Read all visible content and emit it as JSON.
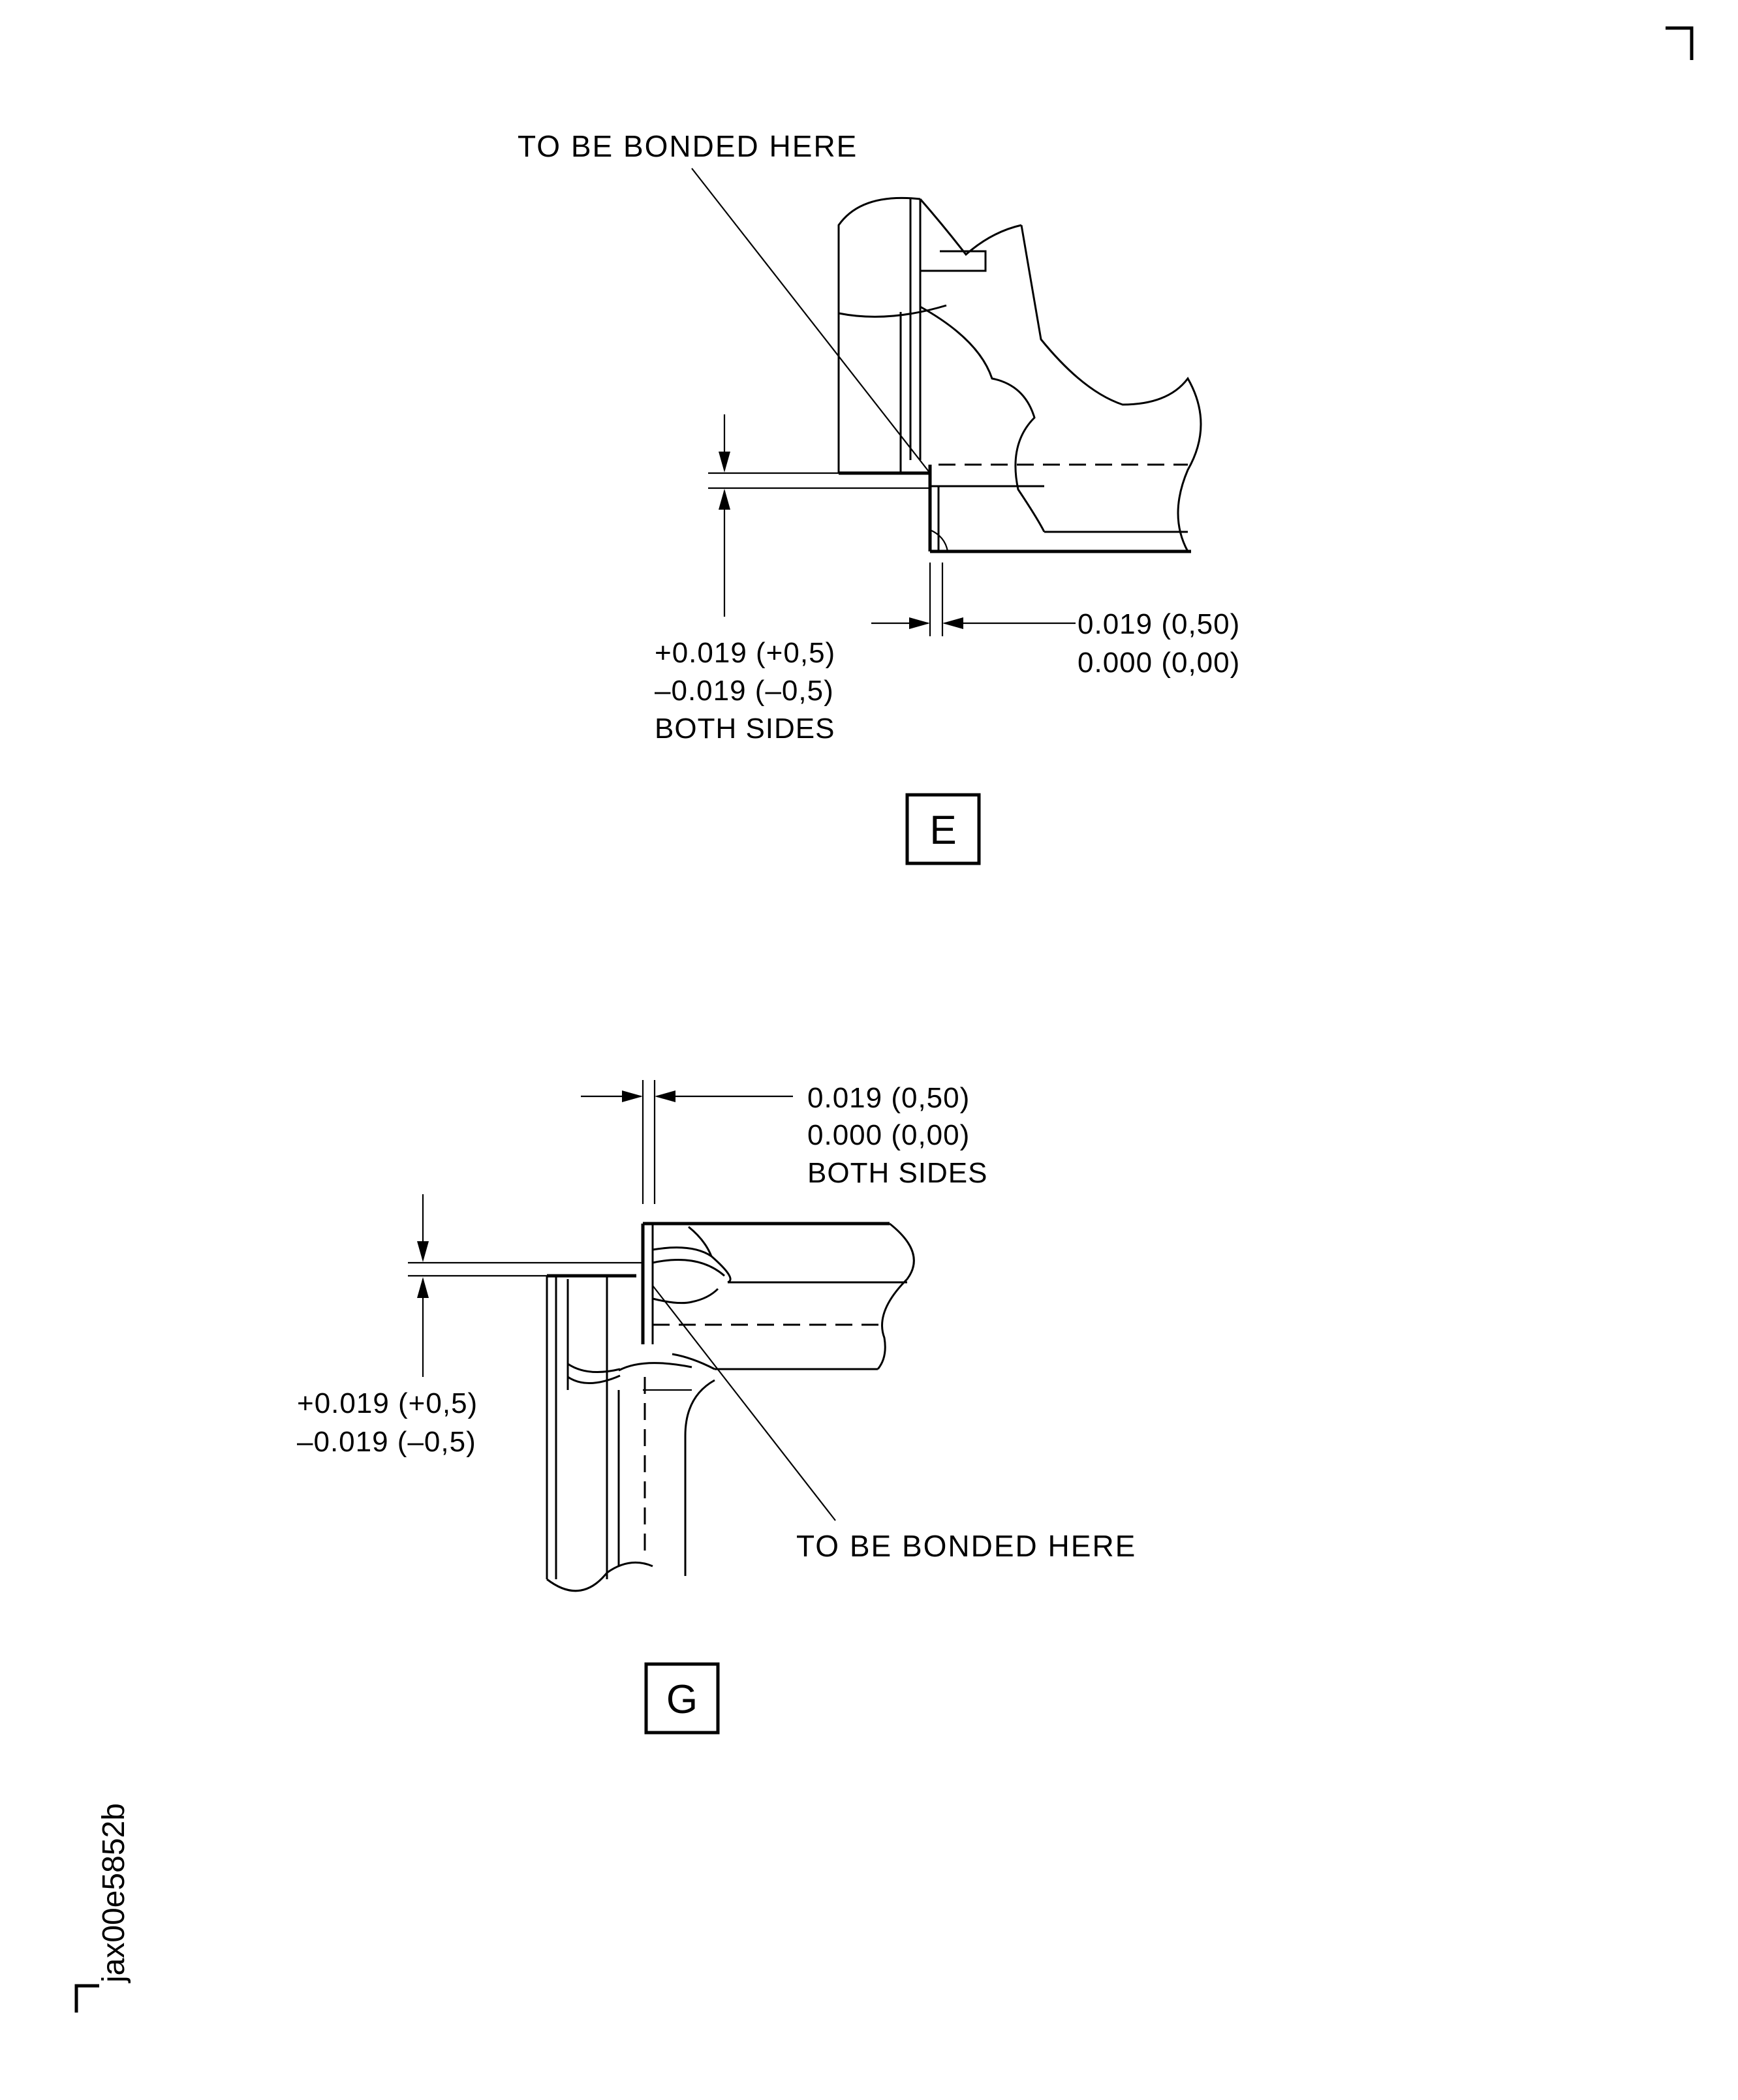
{
  "views": [
    {
      "id": "E",
      "ref_letter": "E",
      "note": "TO BE BONDED HERE",
      "offset_tolerance": [
        "+0.019 (+0,5)",
        "–0.019 (–0,5)",
        "BOTH SIDES"
      ],
      "gap_tolerance": [
        "0.019 (0,50)",
        "0.000 (0,00)"
      ]
    },
    {
      "id": "G",
      "ref_letter": "G",
      "note": "TO BE BONDED HERE",
      "offset_tolerance": [
        "+0.019 (+0,5)",
        "–0.019 (–0,5)"
      ],
      "gap_tolerance": [
        "0.019 (0,50)",
        "0.000 (0,00)",
        "BOTH SIDES"
      ]
    }
  ],
  "figure_code": "jax00e5852b"
}
